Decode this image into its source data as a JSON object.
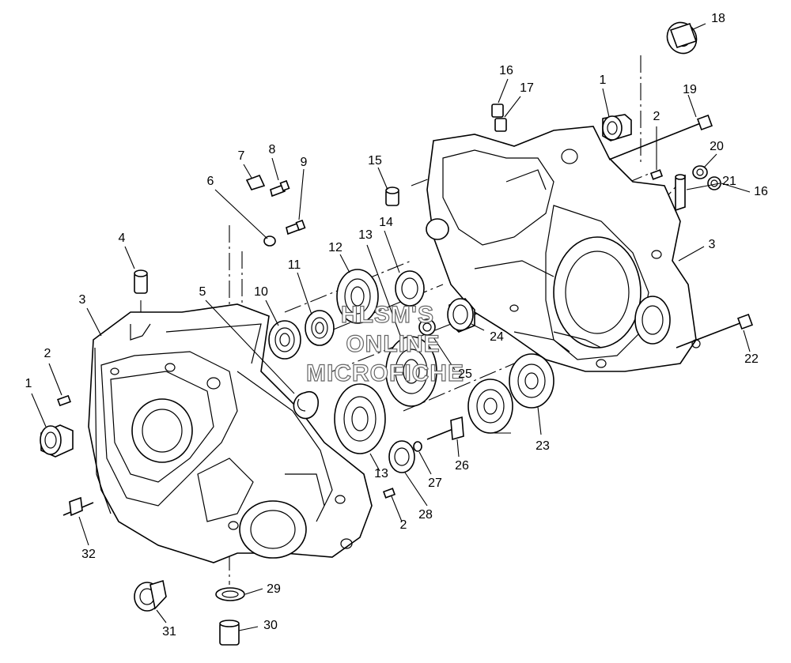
{
  "watermark": {
    "lines": [
      "HLSM'S",
      "ONLINE",
      "MICROFICHE"
    ]
  },
  "callouts": [
    {
      "id": "c1a",
      "text": "1"
    },
    {
      "id": "c1b",
      "text": "1"
    },
    {
      "id": "c2a",
      "text": "2"
    },
    {
      "id": "c2b",
      "text": "2"
    },
    {
      "id": "c2c",
      "text": "2"
    },
    {
      "id": "c3a",
      "text": "3"
    },
    {
      "id": "c3b",
      "text": "3"
    },
    {
      "id": "c4",
      "text": "4"
    },
    {
      "id": "c5",
      "text": "5"
    },
    {
      "id": "c6",
      "text": "6"
    },
    {
      "id": "c7",
      "text": "7"
    },
    {
      "id": "c8",
      "text": "8"
    },
    {
      "id": "c9",
      "text": "9"
    },
    {
      "id": "c10",
      "text": "10"
    },
    {
      "id": "c11",
      "text": "11"
    },
    {
      "id": "c12",
      "text": "12"
    },
    {
      "id": "c13a",
      "text": "13"
    },
    {
      "id": "c13b",
      "text": "13"
    },
    {
      "id": "c14",
      "text": "14"
    },
    {
      "id": "c15",
      "text": "15"
    },
    {
      "id": "c16a",
      "text": "16"
    },
    {
      "id": "c16b",
      "text": "16"
    },
    {
      "id": "c17",
      "text": "17"
    },
    {
      "id": "c18",
      "text": "18"
    },
    {
      "id": "c19",
      "text": "19"
    },
    {
      "id": "c20",
      "text": "20"
    },
    {
      "id": "c21",
      "text": "21"
    },
    {
      "id": "c22",
      "text": "22"
    },
    {
      "id": "c23",
      "text": "23"
    },
    {
      "id": "c24",
      "text": "24"
    },
    {
      "id": "c25",
      "text": "25"
    },
    {
      "id": "c26",
      "text": "26"
    },
    {
      "id": "c27",
      "text": "27"
    },
    {
      "id": "c28",
      "text": "28"
    },
    {
      "id": "c29",
      "text": "29"
    },
    {
      "id": "c30",
      "text": "30"
    },
    {
      "id": "c31",
      "text": "31"
    },
    {
      "id": "c32",
      "text": "32"
    }
  ]
}
